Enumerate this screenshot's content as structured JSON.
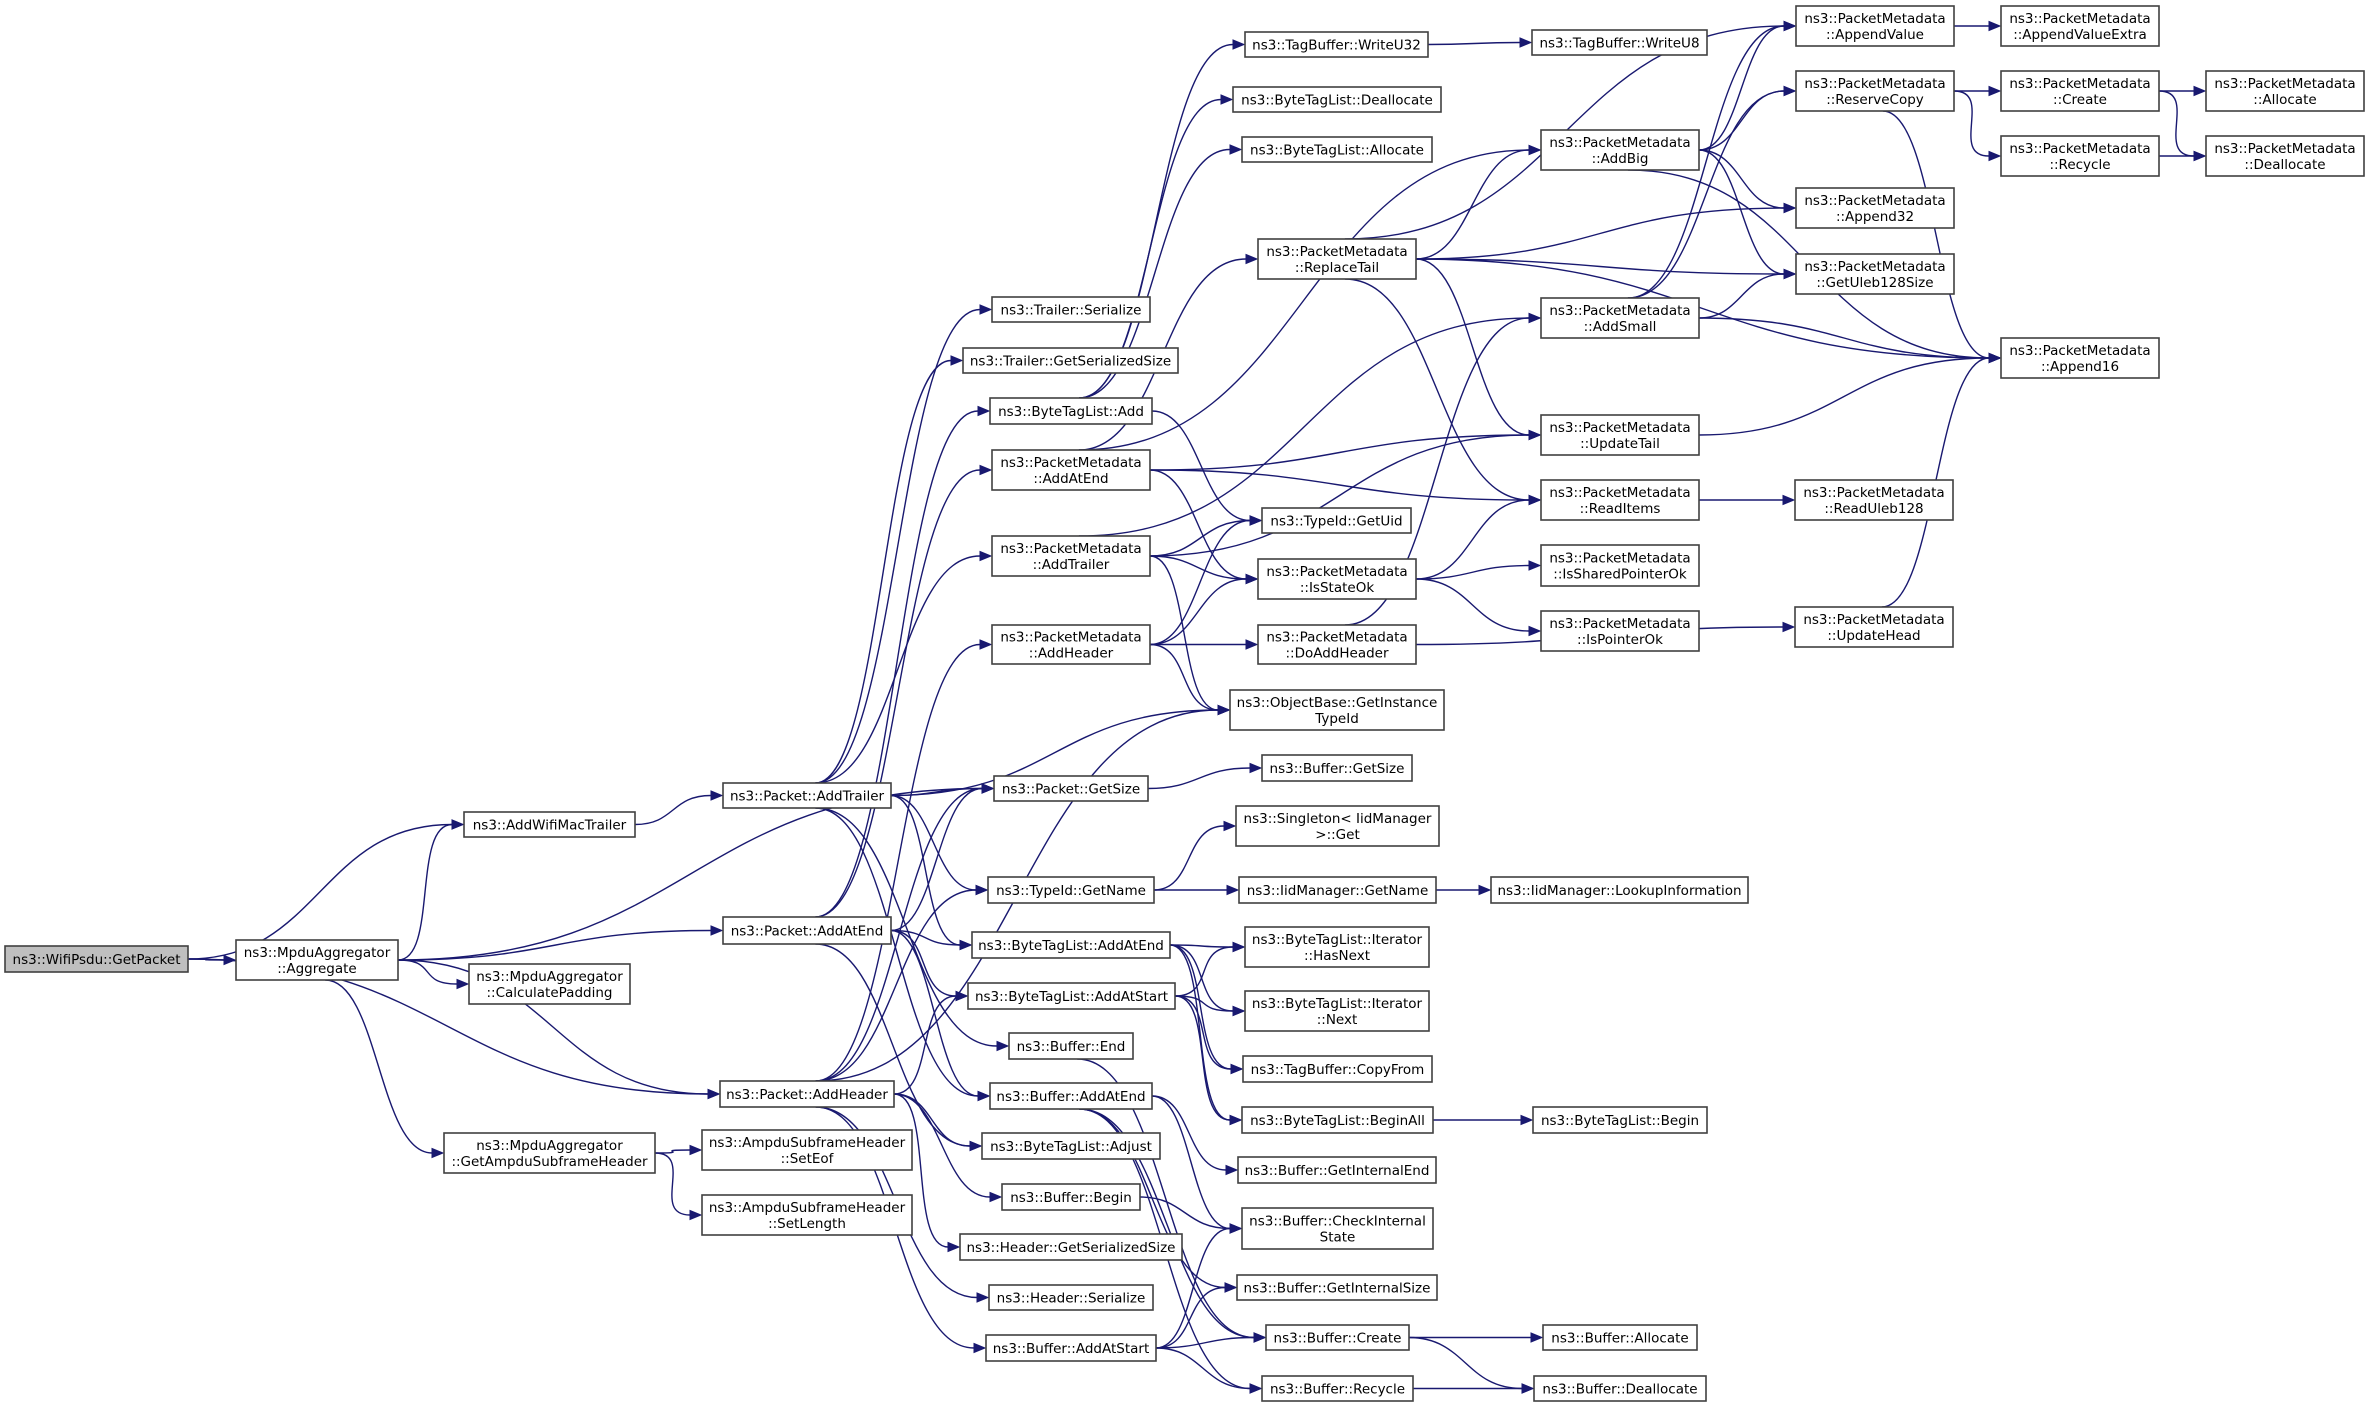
{
  "diagram": {
    "type": "call-graph",
    "title": "ns3::WifiPsdu::GetPacket call graph",
    "colors": {
      "edge": "#191970",
      "node_border": "#404040",
      "root_fill": "#bfbfbf",
      "node_fill": "#ffffff"
    },
    "nodes": [
      {
        "id": "n_getpacket",
        "lines": [
          "ns3::WifiPsdu::GetPacket"
        ],
        "root": true
      },
      {
        "id": "n_aggregate",
        "lines": [
          "ns3::MpduAggregator",
          "::Aggregate"
        ]
      },
      {
        "id": "n_addwifimactrailer",
        "lines": [
          "ns3::AddWifiMacTrailer"
        ]
      },
      {
        "id": "n_calcpadding",
        "lines": [
          "ns3::MpduAggregator",
          "::CalculatePadding"
        ]
      },
      {
        "id": "n_getampdu",
        "lines": [
          "ns3::MpduAggregator",
          "::GetAmpduSubframeHeader"
        ]
      },
      {
        "id": "n_pkt_addtrailer",
        "lines": [
          "ns3::Packet::AddTrailer"
        ]
      },
      {
        "id": "n_pkt_addatend",
        "lines": [
          "ns3::Packet::AddAtEnd"
        ]
      },
      {
        "id": "n_pkt_addheader",
        "lines": [
          "ns3::Packet::AddHeader"
        ]
      },
      {
        "id": "n_seteof",
        "lines": [
          "ns3::AmpduSubframeHeader",
          "::SetEof"
        ]
      },
      {
        "id": "n_setlength",
        "lines": [
          "ns3::AmpduSubframeHeader",
          "::SetLength"
        ]
      },
      {
        "id": "n_trailer_ser",
        "lines": [
          "ns3::Trailer::Serialize"
        ]
      },
      {
        "id": "n_trailer_gss",
        "lines": [
          "ns3::Trailer::GetSerializedSize"
        ]
      },
      {
        "id": "n_btl_add",
        "lines": [
          "ns3::ByteTagList::Add"
        ]
      },
      {
        "id": "n_pm_addatend",
        "lines": [
          "ns3::PacketMetadata",
          "::AddAtEnd"
        ]
      },
      {
        "id": "n_pm_addtrailer",
        "lines": [
          "ns3::PacketMetadata",
          "::AddTrailer"
        ]
      },
      {
        "id": "n_pm_addheader",
        "lines": [
          "ns3::PacketMetadata",
          "::AddHeader"
        ]
      },
      {
        "id": "n_pkt_getsize",
        "lines": [
          "ns3::Packet::GetSize"
        ]
      },
      {
        "id": "n_typeid_getname",
        "lines": [
          "ns3::TypeId::GetName"
        ]
      },
      {
        "id": "n_btl_addatend",
        "lines": [
          "ns3::ByteTagList::AddAtEnd"
        ]
      },
      {
        "id": "n_btl_addatstart",
        "lines": [
          "ns3::ByteTagList::AddAtStart"
        ]
      },
      {
        "id": "n_buf_end",
        "lines": [
          "ns3::Buffer::End"
        ]
      },
      {
        "id": "n_buf_addatend",
        "lines": [
          "ns3::Buffer::AddAtEnd"
        ]
      },
      {
        "id": "n_btl_adjust",
        "lines": [
          "ns3::ByteTagList::Adjust"
        ]
      },
      {
        "id": "n_buf_begin",
        "lines": [
          "ns3::Buffer::Begin"
        ]
      },
      {
        "id": "n_hdr_gss",
        "lines": [
          "ns3::Header::GetSerializedSize"
        ]
      },
      {
        "id": "n_hdr_ser",
        "lines": [
          "ns3::Header::Serialize"
        ]
      },
      {
        "id": "n_buf_addatstart",
        "lines": [
          "ns3::Buffer::AddAtStart"
        ]
      },
      {
        "id": "n_tb_writeu32",
        "lines": [
          "ns3::TagBuffer::WriteU32"
        ]
      },
      {
        "id": "n_btl_dealloc",
        "lines": [
          "ns3::ByteTagList::Deallocate"
        ]
      },
      {
        "id": "n_btl_alloc",
        "lines": [
          "ns3::ByteTagList::Allocate"
        ]
      },
      {
        "id": "n_pm_replacetail",
        "lines": [
          "ns3::PacketMetadata",
          "::ReplaceTail"
        ]
      },
      {
        "id": "n_typeid_getuid",
        "lines": [
          "ns3::TypeId::GetUid"
        ]
      },
      {
        "id": "n_pm_isstateok",
        "lines": [
          "ns3::PacketMetadata",
          "::IsStateOk"
        ]
      },
      {
        "id": "n_pm_doaddheader",
        "lines": [
          "ns3::PacketMetadata",
          "::DoAddHeader"
        ]
      },
      {
        "id": "n_ob_getinstancetypeid",
        "lines": [
          "ns3::ObjectBase::GetInstance",
          "TypeId"
        ]
      },
      {
        "id": "n_buf_getsize",
        "lines": [
          "ns3::Buffer::GetSize"
        ]
      },
      {
        "id": "n_singleton_get",
        "lines": [
          "ns3::Singleton< IidManager",
          ">::Get"
        ]
      },
      {
        "id": "n_iid_getname",
        "lines": [
          "ns3::IidManager::GetName"
        ]
      },
      {
        "id": "n_btl_it_hasnext",
        "lines": [
          "ns3::ByteTagList::Iterator",
          "::HasNext"
        ]
      },
      {
        "id": "n_btl_it_next",
        "lines": [
          "ns3::ByteTagList::Iterator",
          "::Next"
        ]
      },
      {
        "id": "n_tb_copyfrom",
        "lines": [
          "ns3::TagBuffer::CopyFrom"
        ]
      },
      {
        "id": "n_btl_beginall",
        "lines": [
          "ns3::ByteTagList::BeginAll"
        ]
      },
      {
        "id": "n_buf_getinternalend",
        "lines": [
          "ns3::Buffer::GetInternalEnd"
        ]
      },
      {
        "id": "n_buf_checkinternal",
        "lines": [
          "ns3::Buffer::CheckInternal",
          "State"
        ]
      },
      {
        "id": "n_buf_getinternalsize",
        "lines": [
          "ns3::Buffer::GetInternalSize"
        ]
      },
      {
        "id": "n_buf_create",
        "lines": [
          "ns3::Buffer::Create"
        ]
      },
      {
        "id": "n_buf_recycle",
        "lines": [
          "ns3::Buffer::Recycle"
        ]
      },
      {
        "id": "n_tb_writeu8",
        "lines": [
          "ns3::TagBuffer::WriteU8"
        ]
      },
      {
        "id": "n_pm_addbig",
        "lines": [
          "ns3::PacketMetadata",
          "::AddBig"
        ]
      },
      {
        "id": "n_pm_addsmall",
        "lines": [
          "ns3::PacketMetadata",
          "::AddSmall"
        ]
      },
      {
        "id": "n_pm_updatetail",
        "lines": [
          "ns3::PacketMetadata",
          "::UpdateTail"
        ]
      },
      {
        "id": "n_pm_readitems",
        "lines": [
          "ns3::PacketMetadata",
          "::ReadItems"
        ]
      },
      {
        "id": "n_pm_issharedptrok",
        "lines": [
          "ns3::PacketMetadata",
          "::IsSharedPointerOk"
        ]
      },
      {
        "id": "n_pm_isptrok",
        "lines": [
          "ns3::PacketMetadata",
          "::IsPointerOk"
        ]
      },
      {
        "id": "n_iid_lookup",
        "lines": [
          "ns3::IidManager::LookupInformation"
        ]
      },
      {
        "id": "n_btl_begin",
        "lines": [
          "ns3::ByteTagList::Begin"
        ]
      },
      {
        "id": "n_buf_allocate",
        "lines": [
          "ns3::Buffer::Allocate"
        ]
      },
      {
        "id": "n_buf_deallocate",
        "lines": [
          "ns3::Buffer::Deallocate"
        ]
      },
      {
        "id": "n_pm_appendvalue",
        "lines": [
          "ns3::PacketMetadata",
          "::AppendValue"
        ]
      },
      {
        "id": "n_pm_reservecopy",
        "lines": [
          "ns3::PacketMetadata",
          "::ReserveCopy"
        ]
      },
      {
        "id": "n_pm_append32",
        "lines": [
          "ns3::PacketMetadata",
          "::Append32"
        ]
      },
      {
        "id": "n_pm_getuleb128size",
        "lines": [
          "ns3::PacketMetadata",
          "::GetUleb128Size"
        ]
      },
      {
        "id": "n_pm_readuleb128",
        "lines": [
          "ns3::PacketMetadata",
          "::ReadUleb128"
        ]
      },
      {
        "id": "n_pm_updatehead",
        "lines": [
          "ns3::PacketMetadata",
          "::UpdateHead"
        ]
      },
      {
        "id": "n_pm_appendvalueextra",
        "lines": [
          "ns3::PacketMetadata",
          "::AppendValueExtra"
        ]
      },
      {
        "id": "n_pm_create",
        "lines": [
          "ns3::PacketMetadata",
          "::Create"
        ]
      },
      {
        "id": "n_pm_recycle",
        "lines": [
          "ns3::PacketMetadata",
          "::Recycle"
        ]
      },
      {
        "id": "n_pm_append16",
        "lines": [
          "ns3::PacketMetadata",
          "::Append16"
        ]
      },
      {
        "id": "n_pm_allocate",
        "lines": [
          "ns3::PacketMetadata",
          "::Allocate"
        ]
      },
      {
        "id": "n_pm_deallocate",
        "lines": [
          "ns3::PacketMetadata",
          "::Deallocate"
        ]
      }
    ],
    "edges": [
      [
        "n_getpacket",
        "n_aggregate"
      ],
      [
        "n_getpacket",
        "n_addwifimactrailer"
      ],
      [
        "n_getpacket",
        "n_pkt_addheader"
      ],
      [
        "n_aggregate",
        "n_addwifimactrailer"
      ],
      [
        "n_aggregate",
        "n_pkt_getsize"
      ],
      [
        "n_aggregate",
        "n_pkt_addatend"
      ],
      [
        "n_aggregate",
        "n_calcpadding"
      ],
      [
        "n_aggregate",
        "n_pkt_addheader"
      ],
      [
        "n_aggregate",
        "n_getampdu"
      ],
      [
        "n_addwifimactrailer",
        "n_pkt_addtrailer"
      ],
      [
        "n_getampdu",
        "n_seteof"
      ],
      [
        "n_getampdu",
        "n_setlength"
      ],
      [
        "n_pkt_addtrailer",
        "n_trailer_ser"
      ],
      [
        "n_pkt_addtrailer",
        "n_trailer_gss"
      ],
      [
        "n_pkt_addtrailer",
        "n_pm_addtrailer"
      ],
      [
        "n_pkt_addtrailer",
        "n_ob_getinstancetypeid"
      ],
      [
        "n_pkt_addtrailer",
        "n_pkt_getsize"
      ],
      [
        "n_pkt_addtrailer",
        "n_typeid_getname"
      ],
      [
        "n_pkt_addtrailer",
        "n_btl_addatend"
      ],
      [
        "n_pkt_addtrailer",
        "n_buf_end"
      ],
      [
        "n_pkt_addtrailer",
        "n_buf_addatend"
      ],
      [
        "n_pkt_addatend",
        "n_btl_add"
      ],
      [
        "n_pkt_addatend",
        "n_pm_addatend"
      ],
      [
        "n_pkt_addatend",
        "n_pkt_getsize"
      ],
      [
        "n_pkt_addatend",
        "n_btl_addatend"
      ],
      [
        "n_pkt_addatend",
        "n_btl_addatstart"
      ],
      [
        "n_pkt_addatend",
        "n_buf_addatend"
      ],
      [
        "n_pkt_addatend",
        "n_btl_adjust"
      ],
      [
        "n_pkt_addheader",
        "n_pm_addheader"
      ],
      [
        "n_pkt_addheader",
        "n_ob_getinstancetypeid"
      ],
      [
        "n_pkt_addheader",
        "n_pkt_getsize"
      ],
      [
        "n_pkt_addheader",
        "n_typeid_getname"
      ],
      [
        "n_pkt_addheader",
        "n_btl_addatstart"
      ],
      [
        "n_pkt_addheader",
        "n_btl_adjust"
      ],
      [
        "n_pkt_addheader",
        "n_buf_begin"
      ],
      [
        "n_pkt_addheader",
        "n_hdr_gss"
      ],
      [
        "n_pkt_addheader",
        "n_hdr_ser"
      ],
      [
        "n_pkt_addheader",
        "n_buf_addatstart"
      ],
      [
        "n_btl_add",
        "n_tb_writeu32"
      ],
      [
        "n_btl_add",
        "n_btl_dealloc"
      ],
      [
        "n_btl_add",
        "n_btl_alloc"
      ],
      [
        "n_btl_add",
        "n_typeid_getuid"
      ],
      [
        "n_pm_addatend",
        "n_pm_replacetail"
      ],
      [
        "n_pm_addatend",
        "n_pm_addbig"
      ],
      [
        "n_pm_addatend",
        "n_pm_updatetail"
      ],
      [
        "n_pm_addatend",
        "n_pm_readitems"
      ],
      [
        "n_pm_addatend",
        "n_pm_isstateok"
      ],
      [
        "n_pm_addtrailer",
        "n_pm_addsmall"
      ],
      [
        "n_pm_addtrailer",
        "n_pm_updatetail"
      ],
      [
        "n_pm_addtrailer",
        "n_typeid_getuid"
      ],
      [
        "n_pm_addtrailer",
        "n_pm_isstateok"
      ],
      [
        "n_pm_addtrailer",
        "n_ob_getinstancetypeid"
      ],
      [
        "n_pm_addheader",
        "n_typeid_getuid"
      ],
      [
        "n_pm_addheader",
        "n_pm_isstateok"
      ],
      [
        "n_pm_addheader",
        "n_pm_doaddheader"
      ],
      [
        "n_pm_addheader",
        "n_ob_getinstancetypeid"
      ],
      [
        "n_tb_writeu32",
        "n_tb_writeu8"
      ],
      [
        "n_pm_replacetail",
        "n_pm_appendvalue"
      ],
      [
        "n_pm_replacetail",
        "n_pm_addbig"
      ],
      [
        "n_pm_replacetail",
        "n_pm_append32"
      ],
      [
        "n_pm_replacetail",
        "n_pm_getuleb128size"
      ],
      [
        "n_pm_replacetail",
        "n_pm_append16"
      ],
      [
        "n_pm_replacetail",
        "n_pm_updatetail"
      ],
      [
        "n_pm_replacetail",
        "n_pm_readitems"
      ],
      [
        "n_pm_isstateok",
        "n_pm_readitems"
      ],
      [
        "n_pm_isstateok",
        "n_pm_issharedptrok"
      ],
      [
        "n_pm_isstateok",
        "n_pm_isptrok"
      ],
      [
        "n_pm_doaddheader",
        "n_pm_addsmall"
      ],
      [
        "n_pm_doaddheader",
        "n_pm_updatehead"
      ],
      [
        "n_pkt_getsize",
        "n_buf_getsize"
      ],
      [
        "n_typeid_getname",
        "n_singleton_get"
      ],
      [
        "n_typeid_getname",
        "n_iid_getname"
      ],
      [
        "n_iid_getname",
        "n_iid_lookup"
      ],
      [
        "n_btl_addatend",
        "n_btl_it_hasnext"
      ],
      [
        "n_btl_addatend",
        "n_btl_it_next"
      ],
      [
        "n_btl_addatend",
        "n_tb_copyfrom"
      ],
      [
        "n_btl_addatend",
        "n_btl_beginall"
      ],
      [
        "n_btl_addatstart",
        "n_btl_it_hasnext"
      ],
      [
        "n_btl_addatstart",
        "n_btl_it_next"
      ],
      [
        "n_btl_addatstart",
        "n_tb_copyfrom"
      ],
      [
        "n_btl_addatstart",
        "n_btl_beginall"
      ],
      [
        "n_btl_beginall",
        "n_btl_begin"
      ],
      [
        "n_buf_end",
        "n_buf_create"
      ],
      [
        "n_buf_addatend",
        "n_buf_getinternalend"
      ],
      [
        "n_buf_addatend",
        "n_buf_checkinternal"
      ],
      [
        "n_buf_addatend",
        "n_buf_getinternalsize"
      ],
      [
        "n_buf_addatend",
        "n_buf_create"
      ],
      [
        "n_buf_addatend",
        "n_buf_recycle"
      ],
      [
        "n_buf_begin",
        "n_buf_checkinternal"
      ],
      [
        "n_buf_addatstart",
        "n_buf_checkinternal"
      ],
      [
        "n_buf_addatstart",
        "n_buf_getinternalsize"
      ],
      [
        "n_buf_addatstart",
        "n_buf_create"
      ],
      [
        "n_buf_addatstart",
        "n_buf_recycle"
      ],
      [
        "n_buf_create",
        "n_buf_allocate"
      ],
      [
        "n_buf_create",
        "n_buf_deallocate"
      ],
      [
        "n_buf_recycle",
        "n_buf_deallocate"
      ],
      [
        "n_pm_addbig",
        "n_pm_appendvalue"
      ],
      [
        "n_pm_addbig",
        "n_pm_reservecopy"
      ],
      [
        "n_pm_addbig",
        "n_pm_append32"
      ],
      [
        "n_pm_addbig",
        "n_pm_getuleb128size"
      ],
      [
        "n_pm_addbig",
        "n_pm_append16"
      ],
      [
        "n_pm_addsmall",
        "n_pm_appendvalue"
      ],
      [
        "n_pm_addsmall",
        "n_pm_reservecopy"
      ],
      [
        "n_pm_addsmall",
        "n_pm_getuleb128size"
      ],
      [
        "n_pm_addsmall",
        "n_pm_append16"
      ],
      [
        "n_pm_updatetail",
        "n_pm_append16"
      ],
      [
        "n_pm_readitems",
        "n_pm_readuleb128"
      ],
      [
        "n_pm_updatehead",
        "n_pm_append16"
      ],
      [
        "n_pm_appendvalue",
        "n_pm_appendvalueextra"
      ],
      [
        "n_pm_reservecopy",
        "n_pm_create"
      ],
      [
        "n_pm_reservecopy",
        "n_pm_recycle"
      ],
      [
        "n_pm_reservecopy",
        "n_pm_append16"
      ],
      [
        "n_pm_create",
        "n_pm_allocate"
      ],
      [
        "n_pm_create",
        "n_pm_deallocate"
      ],
      [
        "n_pm_recycle",
        "n_pm_deallocate"
      ]
    ]
  }
}
